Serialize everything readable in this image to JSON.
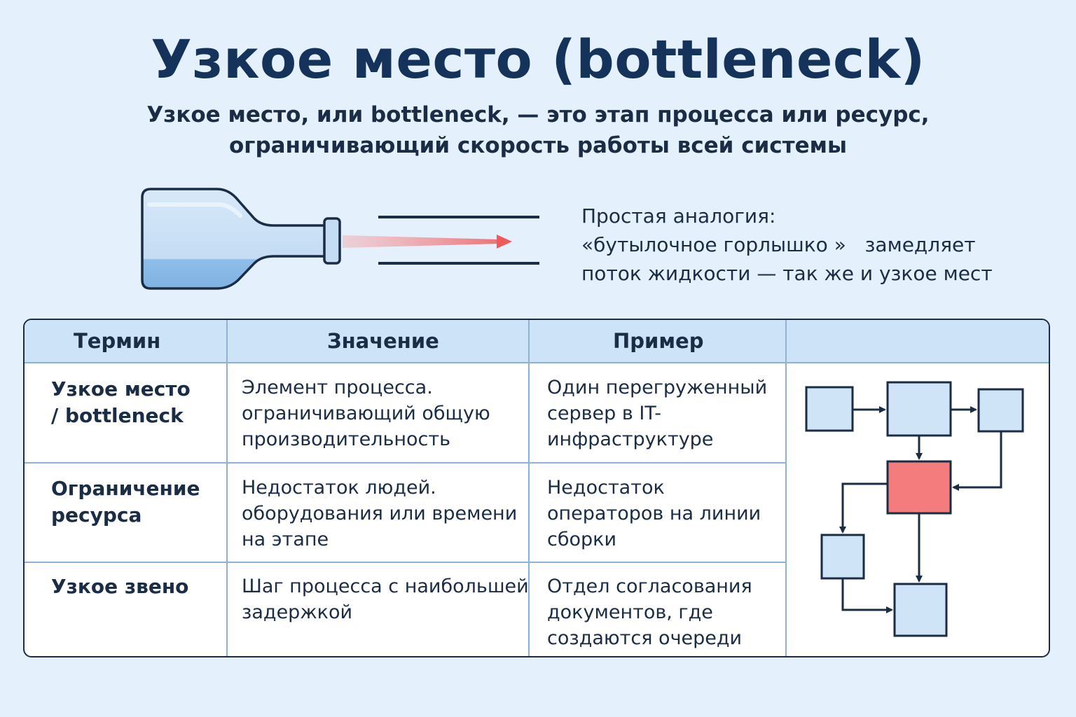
{
  "title": "Узкое место (bottleneck)",
  "subtitle": {
    "line1": "Узкое место, или bottleneck, — это этап процесса или ресурс,",
    "line2": "ограничивающий скорость работы всей системы"
  },
  "analogy": {
    "line1": "Простая аналогия:",
    "line2": "«бутылочное горлышко »   замедляет",
    "line3": "поток жидкости — так же и узкое мест"
  },
  "table": {
    "headers": [
      "Термин",
      "Значение",
      "Пример",
      ""
    ],
    "rows": [
      {
        "term": [
          "Узкое место",
          "/ bottleneck"
        ],
        "meaning": [
          "Элемент процесса.",
          "ограничивающий общую",
          "производительность"
        ],
        "example": [
          "Один перегруженный",
          "сервер в IT-",
          "инфраструктуре"
        ]
      },
      {
        "term": [
          "Ограничение",
          "ресурса"
        ],
        "meaning": [
          "Недостаток людей.",
          "оборудования или времени",
          "на этапе"
        ],
        "example": [
          "Недостаток",
          "операторов на линии",
          "сборки"
        ]
      },
      {
        "term": [
          "Узкое звено"
        ],
        "meaning": [
          "Шаг процесса с наибольшей",
          "задержкой"
        ],
        "example": [
          "Отдел согласования",
          "документов, где",
          "создаются очереди"
        ]
      }
    ]
  },
  "colors": {
    "background": "#e4f0fc",
    "header_bg": "#cde3f7",
    "box_fill": "#cfe4f7",
    "bottleneck_fill": "#f47c7c",
    "arrow_red": "#f05a5f",
    "dark": "#1b2c45"
  },
  "icons": {
    "bottle": "bottle-icon",
    "flow_arrow": "red-arrow-icon",
    "process_diagram": "process-flow-diagram"
  }
}
